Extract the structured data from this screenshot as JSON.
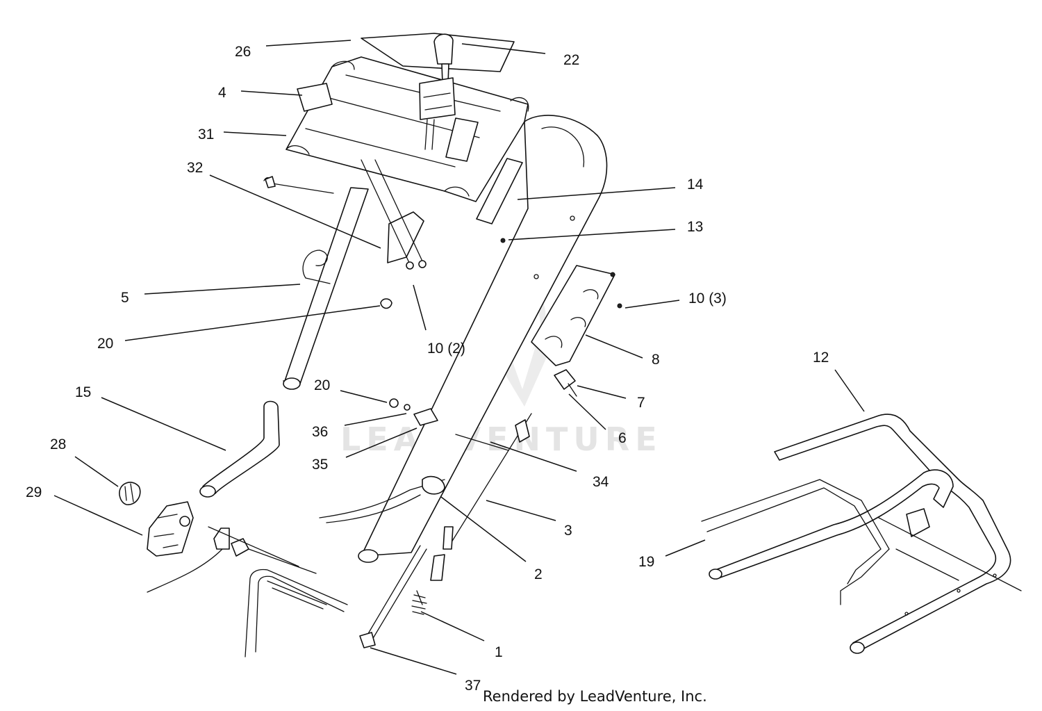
{
  "watermark": {
    "text": "LEADVENTURE"
  },
  "credit": "Rendered by LeadVenture, Inc.",
  "callouts": [
    {
      "id": "26",
      "label": "26"
    },
    {
      "id": "22",
      "label": "22"
    },
    {
      "id": "4",
      "label": "4"
    },
    {
      "id": "31",
      "label": "31"
    },
    {
      "id": "32",
      "label": "32"
    },
    {
      "id": "14",
      "label": "14"
    },
    {
      "id": "13",
      "label": "13"
    },
    {
      "id": "5",
      "label": "5"
    },
    {
      "id": "10-3",
      "label": "10 (3)"
    },
    {
      "id": "20a",
      "label": "20"
    },
    {
      "id": "10-2",
      "label": "10 (2)"
    },
    {
      "id": "8",
      "label": "8"
    },
    {
      "id": "12",
      "label": "12"
    },
    {
      "id": "15",
      "label": "15"
    },
    {
      "id": "20b",
      "label": "20"
    },
    {
      "id": "7",
      "label": "7"
    },
    {
      "id": "36",
      "label": "36"
    },
    {
      "id": "6",
      "label": "6"
    },
    {
      "id": "28",
      "label": "28"
    },
    {
      "id": "35",
      "label": "35"
    },
    {
      "id": "34",
      "label": "34"
    },
    {
      "id": "29",
      "label": "29"
    },
    {
      "id": "3",
      "label": "3"
    },
    {
      "id": "19",
      "label": "19"
    },
    {
      "id": "2",
      "label": "2"
    },
    {
      "id": "1",
      "label": "1"
    },
    {
      "id": "37",
      "label": "37"
    }
  ]
}
